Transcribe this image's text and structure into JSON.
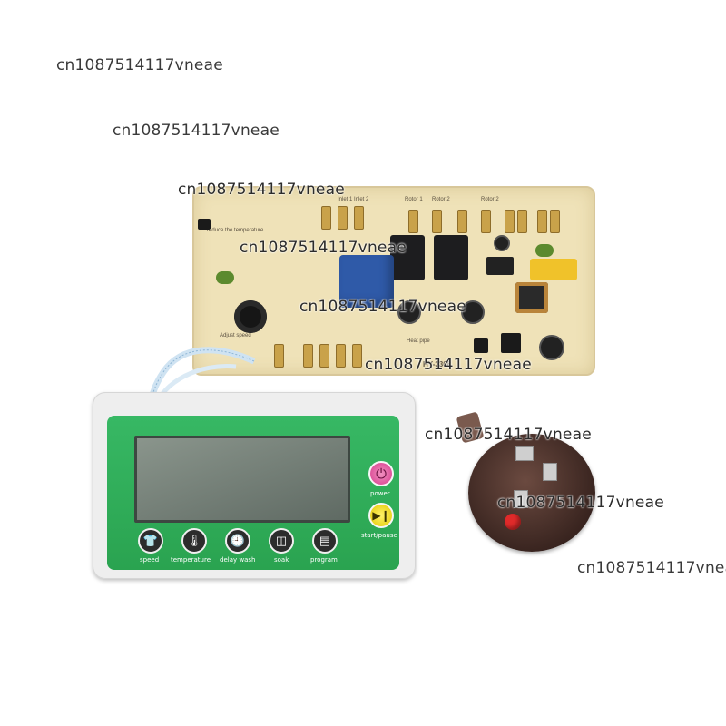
{
  "watermark": {
    "text": "cn1087514117vneae",
    "text_cut": "cn1087514117vnea"
  },
  "pcb": {
    "labels": {
      "inlet": "Inlet 1",
      "inlet2": "Inlet 2",
      "rotor1": "Rotor 1",
      "rotor2": "Rotor 2",
      "rotor3": "Rotor 2",
      "reduce": "reduce the temperature",
      "adjust": "Adjust speed",
      "heatpipe": "Heat pipe",
      "model": "HY-3368"
    }
  },
  "control_panel": {
    "power_label": "power",
    "start_label": "start/pause",
    "buttons": [
      {
        "label": "speed",
        "icon": "shirt-icon"
      },
      {
        "label": "temperature",
        "icon": "thermometer-icon"
      },
      {
        "label": "delay wash",
        "icon": "clock-icon"
      },
      {
        "label": "soak",
        "icon": "basin-icon"
      },
      {
        "label": "program",
        "icon": "program-icon"
      }
    ]
  },
  "colors": {
    "panel_green": "#2fae5a",
    "power_pink": "#d63b8c",
    "start_yellow": "#e4c800",
    "pcb_cream": "#efe2b8"
  }
}
